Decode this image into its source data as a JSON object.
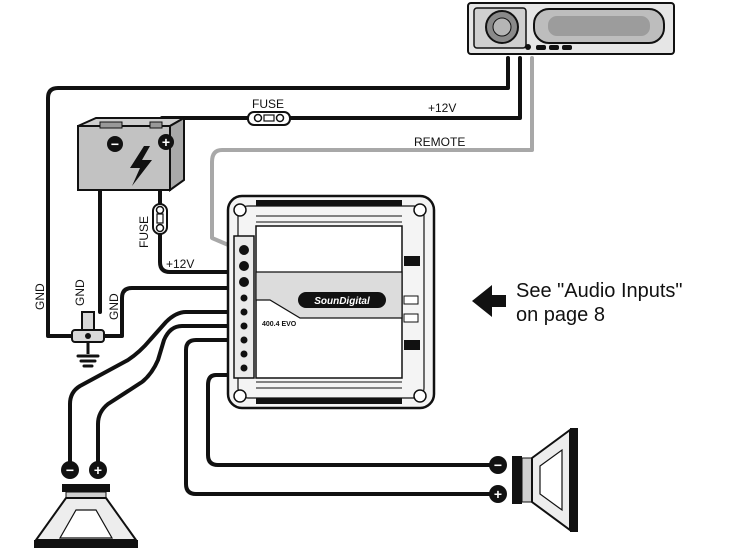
{
  "labels": {
    "fuse_top": "FUSE",
    "fuse_side": "FUSE",
    "plus12v_top": "+12V",
    "plus12v_side": "+12V",
    "remote": "REMOTE",
    "gnd_1": "GND",
    "gnd_2": "GND",
    "gnd_3": "GND"
  },
  "amplifier": {
    "brand": "SounDigital",
    "model": "400.4 EVO"
  },
  "note": {
    "line1": "See \"Audio Inputs\"",
    "line2": "on page 8"
  },
  "icons": {
    "battery_negative": "−",
    "battery_positive": "+",
    "battery_bolt": "lightning-bolt-icon",
    "speaker_left_negative": "−",
    "speaker_left_positive": "+",
    "speaker_right_negative": "−",
    "speaker_right_positive": "+",
    "arrow": "arrow-left-icon"
  },
  "colors": {
    "line": "#111111",
    "remote_wire": "#a8a8a8",
    "panel": "#d0d0d0"
  }
}
